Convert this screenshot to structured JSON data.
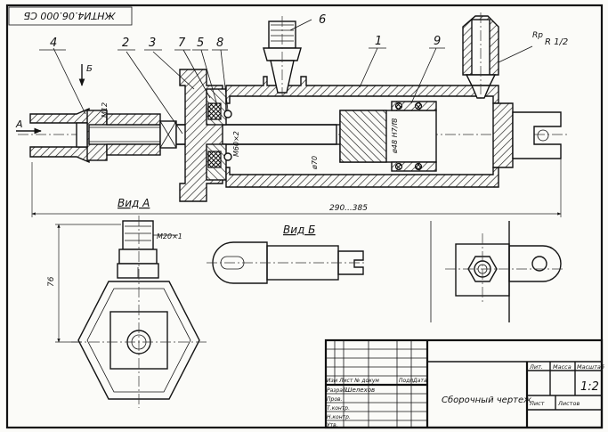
{
  "drawing": {
    "designation": "ЖНТИ4.06.000 СБ",
    "title_block": {
      "drawing_name": "Сборочный чертеж",
      "scale": "1:2",
      "col_lit": "Лит.",
      "col_mass": "Масса",
      "col_scale": "Масштаб",
      "col_sheet": "Лист",
      "col_sheets": "Листов",
      "row_change": "Изм Лист № докум",
      "row_sign": "Подп.",
      "row_date": "Дата",
      "row_developed": "Разраб.",
      "row_developed_name": "Шелехов",
      "row_checked": "Пров.",
      "row_tcontrol": "Т.контр.",
      "row_ncontrol": "Н.контр.",
      "row_approved": "Утв."
    }
  },
  "callouts": {
    "c1": "1",
    "c2": "2",
    "c3": "3",
    "c4": "4",
    "c5": "5",
    "c6": "6",
    "c7": "7",
    "c8": "8",
    "c9": "9"
  },
  "annotations": {
    "view_a_arrow": "А",
    "view_b_arrow": "Б",
    "thread_m12": "М12",
    "thread_m60": "М60×2",
    "fit_d48": "ø48 H7/f8",
    "dia_70": "ø70",
    "length_dim": "290...385",
    "pipe_thread": "R 1/2",
    "pipe_thread_rp": "Rp",
    "view_a_title": "Вид А",
    "view_b_title": "Вид Б",
    "thread_m20": "М20×1",
    "height_76": "76"
  }
}
